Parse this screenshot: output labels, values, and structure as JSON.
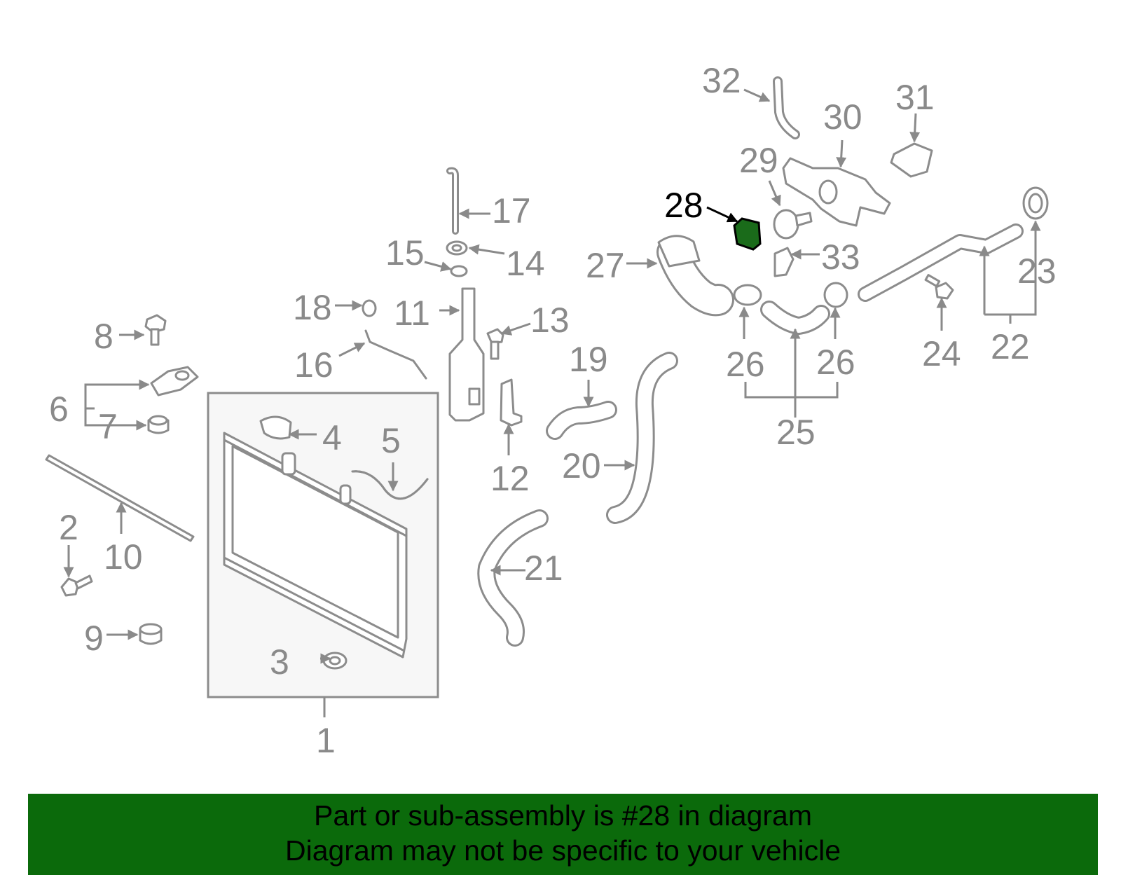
{
  "highlight": {
    "part_number": "28",
    "color": "#1a6b1a"
  },
  "colors": {
    "lines": "#8c8c8c",
    "labels": "#8a8a8a",
    "footer_bg": "#0b6a0b"
  },
  "labels": {
    "l1": "1",
    "l2": "2",
    "l3": "3",
    "l4": "4",
    "l5": "5",
    "l6": "6",
    "l7": "7",
    "l8": "8",
    "l9": "9",
    "l10": "10",
    "l11": "11",
    "l12": "12",
    "l13": "13",
    "l14": "14",
    "l15": "15",
    "l16": "16",
    "l17": "17",
    "l18": "18",
    "l19": "19",
    "l20": "20",
    "l21": "21",
    "l22": "22",
    "l23": "23",
    "l24": "24",
    "l25": "25",
    "l26a": "26",
    "l26b": "26",
    "l27": "27",
    "l28": "28",
    "l29": "29",
    "l30": "30",
    "l31": "31",
    "l32": "32",
    "l33": "33"
  },
  "footer": {
    "line1": "Part or sub-assembly is #28 in diagram",
    "line2": "Diagram may not be specific to your vehicle"
  }
}
